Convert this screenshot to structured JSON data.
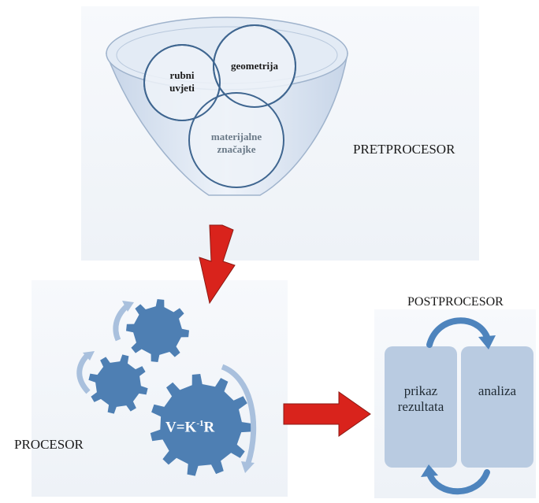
{
  "preprocessor": {
    "title": "PRETPROCESOR",
    "circles": {
      "rubni": [
        "rubni",
        "uvjeti"
      ],
      "geometrija": [
        "geometrija"
      ],
      "materijalne": [
        "materijalne",
        "značajke"
      ]
    }
  },
  "processor": {
    "title": "PROCESOR",
    "formula": {
      "base": "V=K",
      "exponent": "-1",
      "suffix": "R"
    }
  },
  "postprocessor": {
    "title": "POSTPROCESOR",
    "left_pane": [
      "prikaz",
      "rezultata"
    ],
    "right_pane": [
      "analiza"
    ]
  },
  "colors": {
    "funnel_fill": "#dfe7f2",
    "funnel_stroke": "#9fb3cc",
    "circle_stroke": "#3f6690",
    "gear": "#4e7fb3",
    "gear_light": "#a9c0dd",
    "arrow_red": "#d9231c",
    "pane": "#b9cbe1",
    "cycle_arrow": "#4e84bd"
  },
  "icons": [
    "funnel-icon",
    "gear-icon",
    "red-arrow-icon",
    "cycle-arrow-icon"
  ]
}
